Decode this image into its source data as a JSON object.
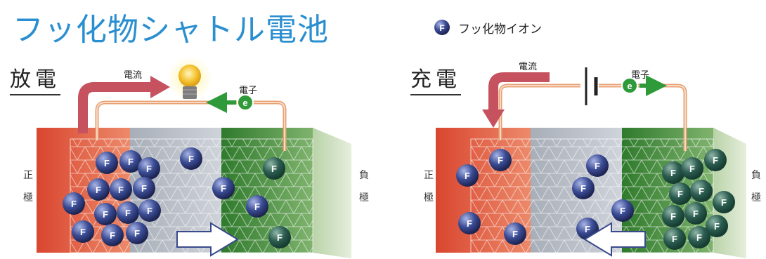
{
  "title": "フッ化物シャトル電池",
  "legend": {
    "ion_label": "フッ化物イオン",
    "ion_symbol": "F"
  },
  "discharge": {
    "mode_label": "放電",
    "current_label": "電流",
    "electron_label": "電子",
    "electron_symbol": "e",
    "positive_label": "正\n極",
    "negative_label": "負\n極"
  },
  "charge": {
    "mode_label": "充電",
    "current_label": "電流",
    "electron_label": "電子",
    "electron_symbol": "e",
    "positive_label": "正\n極",
    "negative_label": "負\n極"
  },
  "colors": {
    "title": "#2a8fd0",
    "positive_electrode": "#e25d45",
    "electrolyte": "#b9bfc9",
    "negative_electrode": "#3f8a3a",
    "ion": "#3a4a8c",
    "current_arrow": "#c6515f",
    "wire": "#e8a070",
    "electron": "#2f9a3a",
    "bulb": "#f5c230"
  }
}
